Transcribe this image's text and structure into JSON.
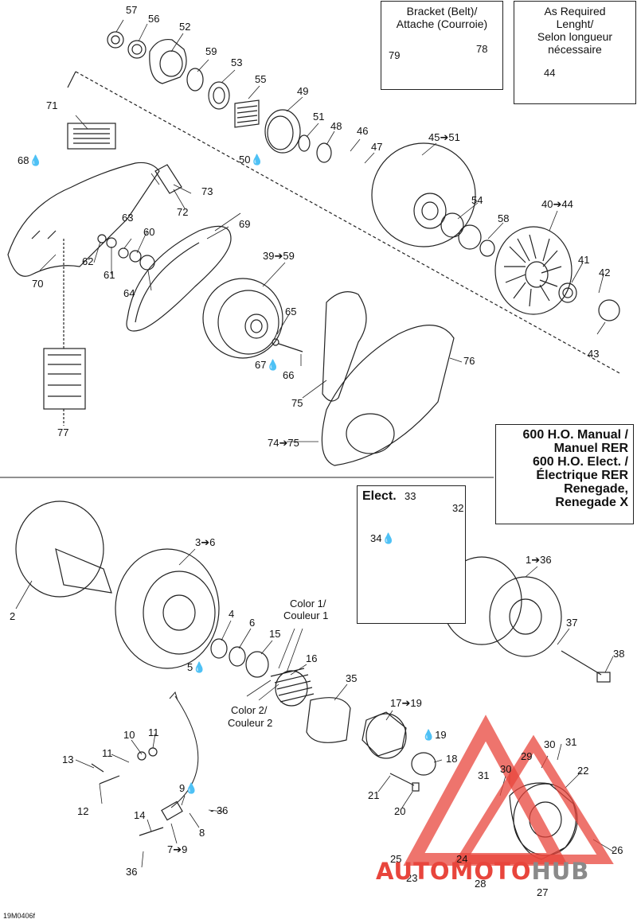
{
  "boxes": {
    "bracket": {
      "line1": "Bracket (Belt)/",
      "line2": "Attache (Courroie)"
    },
    "as_required": {
      "line1": "As Required",
      "line2": "Lenght/",
      "line3": "Selon longueur",
      "line4": "nécessaire"
    },
    "models": {
      "line1": "600 H.O. Manual /",
      "line2": "Manuel RER",
      "line3": "600 H.O. Elect. /",
      "line4": "Électrique RER",
      "line5": "Renegade,",
      "line6": "Renegade X"
    },
    "elect": {
      "label": "Elect."
    }
  },
  "color_labels": {
    "color1_en": "Color 1/",
    "color1_fr": "Couleur 1",
    "color2_en": "Color 2/",
    "color2_fr": "Couleur 2"
  },
  "callouts": {
    "c57": "57",
    "c56": "56",
    "c52": "52",
    "c59": "59",
    "c53": "53",
    "c55": "55",
    "c49": "49",
    "c51": "51",
    "c48": "48",
    "c46": "46",
    "c47": "47",
    "c50": "50",
    "c45": "45➔51",
    "c71": "71",
    "c68": "68",
    "c73": "73",
    "c72": "72",
    "c63": "63",
    "c60": "60",
    "c62": "62",
    "c61": "61",
    "c64": "64",
    "c70": "70",
    "c69": "69",
    "c3959": "39➔59",
    "c65": "65",
    "c67": "67",
    "c66": "66",
    "c54": "54",
    "c58": "58",
    "c4044": "40➔44",
    "c41": "41",
    "c42": "42",
    "c43": "43",
    "c76": "76",
    "c75": "75",
    "c7475": "74➔75",
    "c77": "77",
    "c79": "79",
    "c78": "78",
    "c44": "44",
    "c33": "33",
    "c32": "32",
    "c34": "34",
    "c136": "1➔36",
    "c37": "37",
    "c38": "38",
    "c2": "2",
    "c36": "3➔6",
    "c4": "4",
    "c6": "6",
    "c15": "15",
    "c5": "5",
    "c16": "16",
    "c35": "35",
    "c1719": "17➔19",
    "c19": "19",
    "c18": "18",
    "c10": "10",
    "c11a": "11",
    "c11b": "11",
    "c13": "13",
    "c12": "12",
    "c9": "9",
    "c36a": "36",
    "c14": "14",
    "c8": "8",
    "c79b": "7➔9",
    "c36b": "36",
    "c29": "29",
    "c30a": "30",
    "c31a": "31",
    "c22": "22",
    "c31b": "31",
    "c30b": "30",
    "c21": "21",
    "c20": "20",
    "c25": "25",
    "c24": "24",
    "c23": "23",
    "c26": "26",
    "c28": "28",
    "c27": "27"
  },
  "watermark": {
    "part1": "AUTOMOTO",
    "part2": "HUB",
    "color_red": "#e8453c",
    "color_grey": "#8a8a8a"
  },
  "doc_ref": "19M0406f",
  "icons": {
    "grease": "oil-drop-icon",
    "arrow": "arrow-icon"
  }
}
